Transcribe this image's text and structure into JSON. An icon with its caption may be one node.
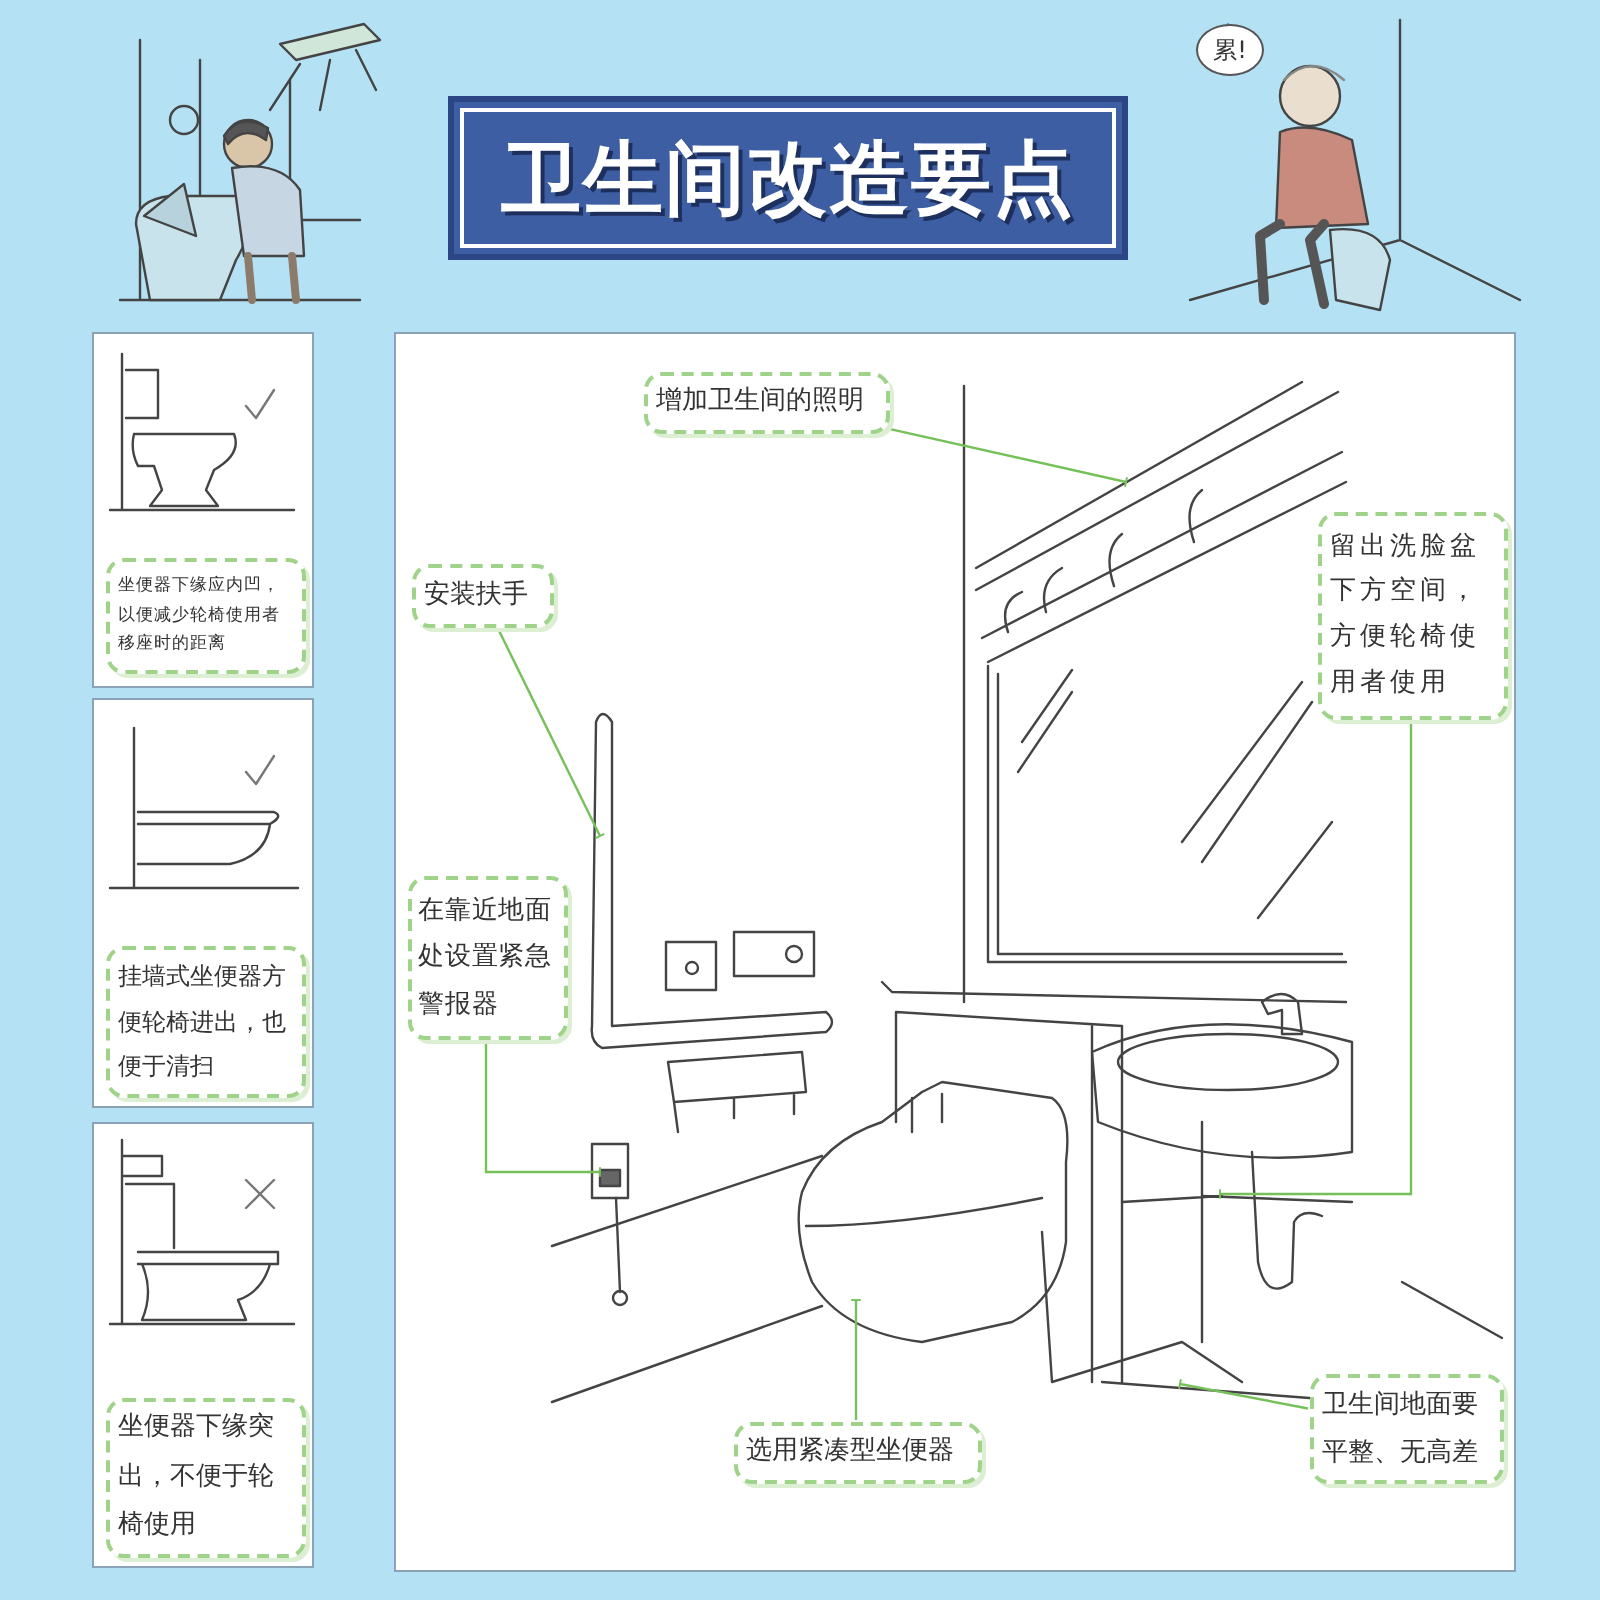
{
  "diagram": {
    "title": "卫生间改造要点",
    "nodes": [
      {
        "text": [],
        "shape": "box"
      },
      {
        "text": [
          "坐便器下缘应内凹，以便减少轮椅使用者移座时的距离"
        ],
        "in": 0
      },
      {
        "text": [],
        "shape": "box"
      },
      {
        "text": [
          "挂墙式坐便器方便轮椅进出，也便于清扫"
        ],
        "in": 2
      },
      {
        "text": [],
        "shape": "box"
      },
      {
        "text": [
          "坐便器下缘突出，不便于轮椅使用"
        ],
        "in": 4
      },
      {
        "text": [],
        "shape": "box"
      },
      {
        "text": [
          "增加卫生间的照明"
        ],
        "in": 6
      },
      {
        "text": [
          "留出洗脸盆下方空间，方便轮椅使用者使用"
        ],
        "in": 6
      },
      {
        "text": [
          "安装扶手"
        ],
        "in": 6
      },
      {
        "text": [
          "在靠近地面处设置紧急警报器"
        ],
        "in": 6
      },
      {
        "text": [
          "卫生间地面要平整、无高差"
        ],
        "in": 6
      },
      {
        "text": [
          "选用紧凑型坐便器"
        ],
        "in": 6
      }
    ],
    "edges": [
      {
        "from": 7,
        "to": null,
        "arrow": "other"
      },
      {
        "from": 8,
        "to": null,
        "arrow": "other"
      },
      {
        "from": 9,
        "to": null,
        "arrow": "other"
      },
      {
        "from": 10,
        "to": null,
        "arrow": "other"
      },
      {
        "from": 11,
        "to": null,
        "arrow": "other"
      },
      {
        "from": 12,
        "to": null,
        "arrow": "other"
      }
    ],
    "labels": [
      "累!"
    ]
  }
}
